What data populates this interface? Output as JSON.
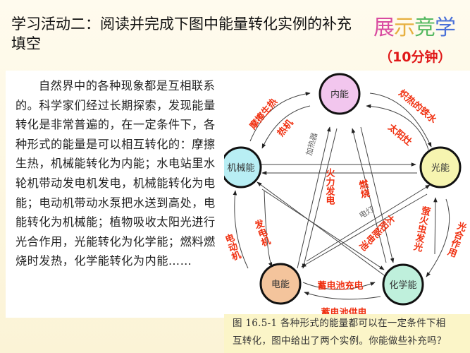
{
  "title": "学习活动二：阅读并完成下图中能量转化实例的补充填空",
  "logo": [
    "展",
    "示",
    "竞",
    "学"
  ],
  "timer": "（10分钟）",
  "paragraph": "自然界中的各种现象都是互相联系的。科学家们经过长期探索，发现能量转化是非常普遍的，在一定条件下，各种形式的能量是可以相互转化的：摩擦生热，机械能转化为内能；水电站里水轮机带动发电机发电，机械能转化为电能；电动机带动水泵把水送到高处，电能转化为机械能；植物吸收太阳光进行光合作用，光能转化为化学能；燃料燃烧时发热，化学能转化为内能……",
  "diagram": {
    "nodes": {
      "internal": "内能",
      "mechanical": "机械能",
      "light": "光能",
      "electric": "电能",
      "chemical": "化学能"
    },
    "node_colors": {
      "internal": "#f2c6ee",
      "mechanical": "#b8eef4",
      "light": "#f6f4b0",
      "electric": "#f4c49c",
      "chemical": "#bff0dc"
    },
    "labels": {
      "friction": "摩擦生热",
      "heat_engine": "热机",
      "hot_iron": "炽热的铁水",
      "solar_cooker": "太阳灶",
      "heater": "加热器",
      "thermal_power": "火力发电",
      "combustion": "燃烧",
      "lamp": "电灯",
      "solar_cell": "太阳能电池",
      "firefly": "萤火虫发光",
      "photosynthesis": "光合作用",
      "generator": "发电机",
      "motor": "电动机",
      "charging": "蓄电池充电",
      "discharging": "蓄电池供电"
    },
    "label_color": "#f03010"
  },
  "caption": {
    "line1": "图 16.5-1  各种形式的能量都可以在一定条件下相",
    "line2": "互转化，图中给出了两个实例。你能做些补充吗？"
  }
}
